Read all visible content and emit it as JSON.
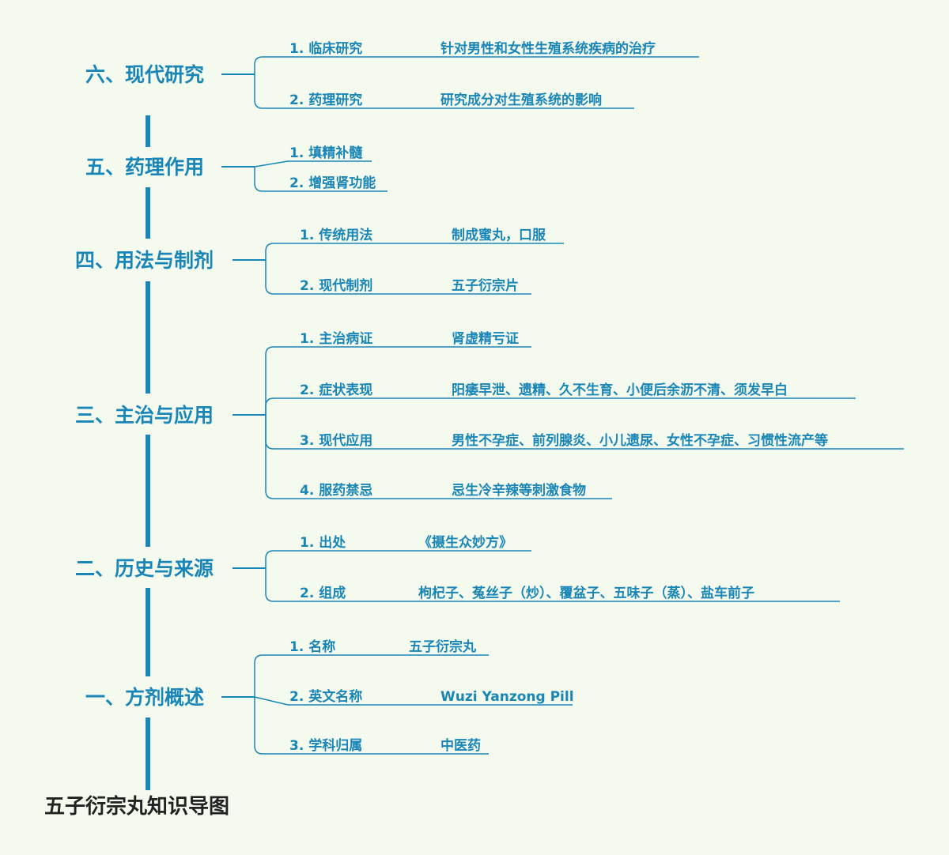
{
  "title": "五子衍宗丸知识导图",
  "colors": {
    "background": "#f4fbee",
    "line": "#1a86b8",
    "text": "#1a86b8",
    "title": "#222222"
  },
  "branches": [
    {
      "label": "六、现代研究",
      "items": [
        {
          "key": "1. 临床研究",
          "value": "针对男性和女性生殖系统疾病的治疗"
        },
        {
          "key": "2. 药理研究",
          "value": "研究成分对生殖系统的影响"
        }
      ]
    },
    {
      "label": "五、药理作用",
      "items": [
        {
          "key": "1. 填精补髓",
          "value": ""
        },
        {
          "key": "2. 增强肾功能",
          "value": ""
        }
      ]
    },
    {
      "label": "四、用法与制剂",
      "items": [
        {
          "key": "1. 传统用法",
          "value": "制成蜜丸，口服"
        },
        {
          "key": "2. 现代制剂",
          "value": "五子衍宗片"
        }
      ]
    },
    {
      "label": "三、主治与应用",
      "items": [
        {
          "key": "1. 主治病证",
          "value": "肾虚精亏证"
        },
        {
          "key": "2. 症状表现",
          "value": "阳痿早泄、遗精、久不生育、小便后余沥不清、须发早白"
        },
        {
          "key": "3. 现代应用",
          "value": "男性不孕症、前列腺炎、小儿遗尿、女性不孕症、习惯性流产等"
        },
        {
          "key": "4. 服药禁忌",
          "value": "忌生冷辛辣等刺激食物"
        }
      ]
    },
    {
      "label": "二、历史与来源",
      "items": [
        {
          "key": "1. 出处",
          "value": "《摄生众妙方》"
        },
        {
          "key": "2. 组成",
          "value": "枸杞子、菟丝子（炒）、覆盆子、五味子（蒸）、盐车前子"
        }
      ]
    },
    {
      "label": "一、方剂概述",
      "items": [
        {
          "key": "1. 名称",
          "value": "五子衍宗丸"
        },
        {
          "key": "2. 英文名称",
          "value": "Wuzi Yanzong Pill"
        },
        {
          "key": "3. 学科归属",
          "value": "中医药"
        }
      ]
    }
  ]
}
